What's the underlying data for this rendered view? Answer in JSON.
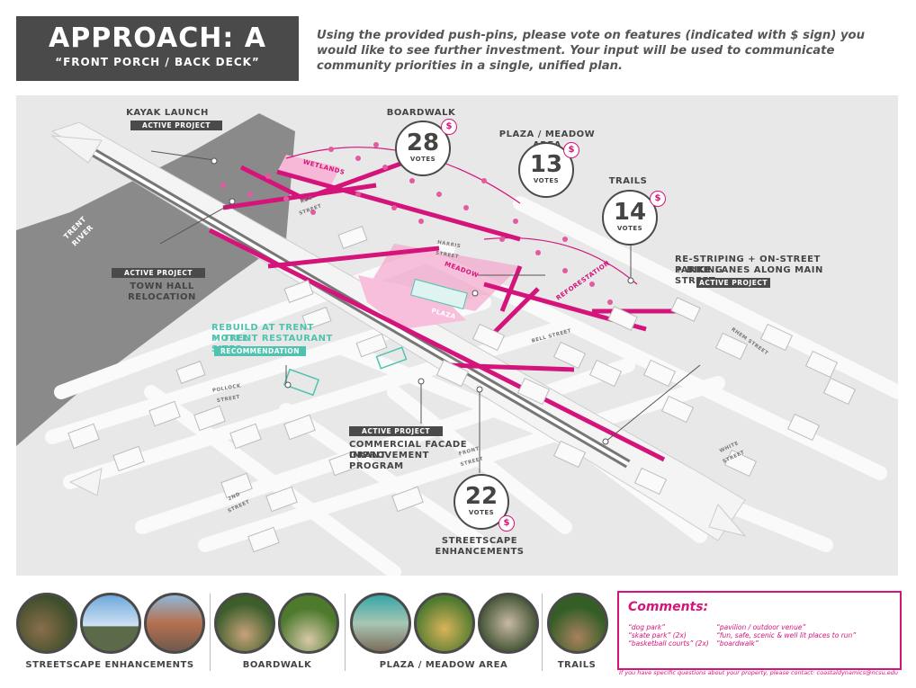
{
  "header": {
    "title": "APPROACH: A",
    "subtitle": "“FRONT PORCH / BACK DECK”",
    "instructions": "Using the provided push-pins, please vote on features (indicated with $ sign) you would like to see further investment. Your input will be used to communicate community priorities in a single, unified plan."
  },
  "map": {
    "labels": {
      "kayak": "KAYAK LAUNCH",
      "town_hall": "TOWN HALL RELOCATION",
      "motel_line1": "REBUILD AT TRENT MOTEL",
      "motel_line2": "+ TRENT RESTAURANT SITES",
      "facade_line1": "COMMERCIAL FACADE GRANT",
      "facade_line2": "IMPROVEMENT PROGRAM",
      "restriping_line1": "RE-STRIPING + ON-STREET PARKING",
      "restriping_line2": "+ BIKE LANES ALONG MAIN STREET",
      "river": "TRENT RIVER",
      "wetlands": "WETLANDS",
      "meadow": "MEADOW",
      "plaza": "PLAZA",
      "reforestation": "REFORESTATION"
    },
    "streets": {
      "pollock": "POLLOCK STREET",
      "bell": "BELL STREET",
      "white": "WHITE STREET",
      "second": "2ND STREET",
      "front": "FRONT STREET",
      "rhem": "RHEM STREET",
      "reo": "REO STREET",
      "harris": "HARRIS STREET"
    },
    "tags": {
      "active": "ACTIVE PROJECT",
      "recommendation": "RECOMMENDATION"
    },
    "votes": [
      {
        "name": "BOARDWALK",
        "count": "28"
      },
      {
        "name": "PLAZA / MEADOW AREA",
        "count": "13"
      },
      {
        "name": "TRAILS",
        "count": "14"
      },
      {
        "name": "STREETSCAPE",
        "name2": "ENHANCEMENTS",
        "count": "22"
      }
    ],
    "votes_label": "VOTES",
    "dollar": "$"
  },
  "categories": [
    "STREETSCAPE ENHANCEMENTS",
    "BOARDWALK",
    "PLAZA / MEADOW AREA",
    "TRAILS"
  ],
  "comments": {
    "heading": "Comments:",
    "left": [
      "“dog park”",
      "“skate park” (2x)",
      "“basketball courts” (2x)"
    ],
    "right": [
      "“pavilion / outdoor venue”",
      "“fun, safe, scenic & well lit places to run”",
      "“boardwalk”"
    ]
  },
  "footer": "If you have specific questions about your property, please contact: coastaldynamics@ncsu.edu",
  "colors": {
    "accent": "#d4147a",
    "dark": "#4a4a4a",
    "teal": "#4fc3b0",
    "map_bg": "#e8e8e8"
  }
}
